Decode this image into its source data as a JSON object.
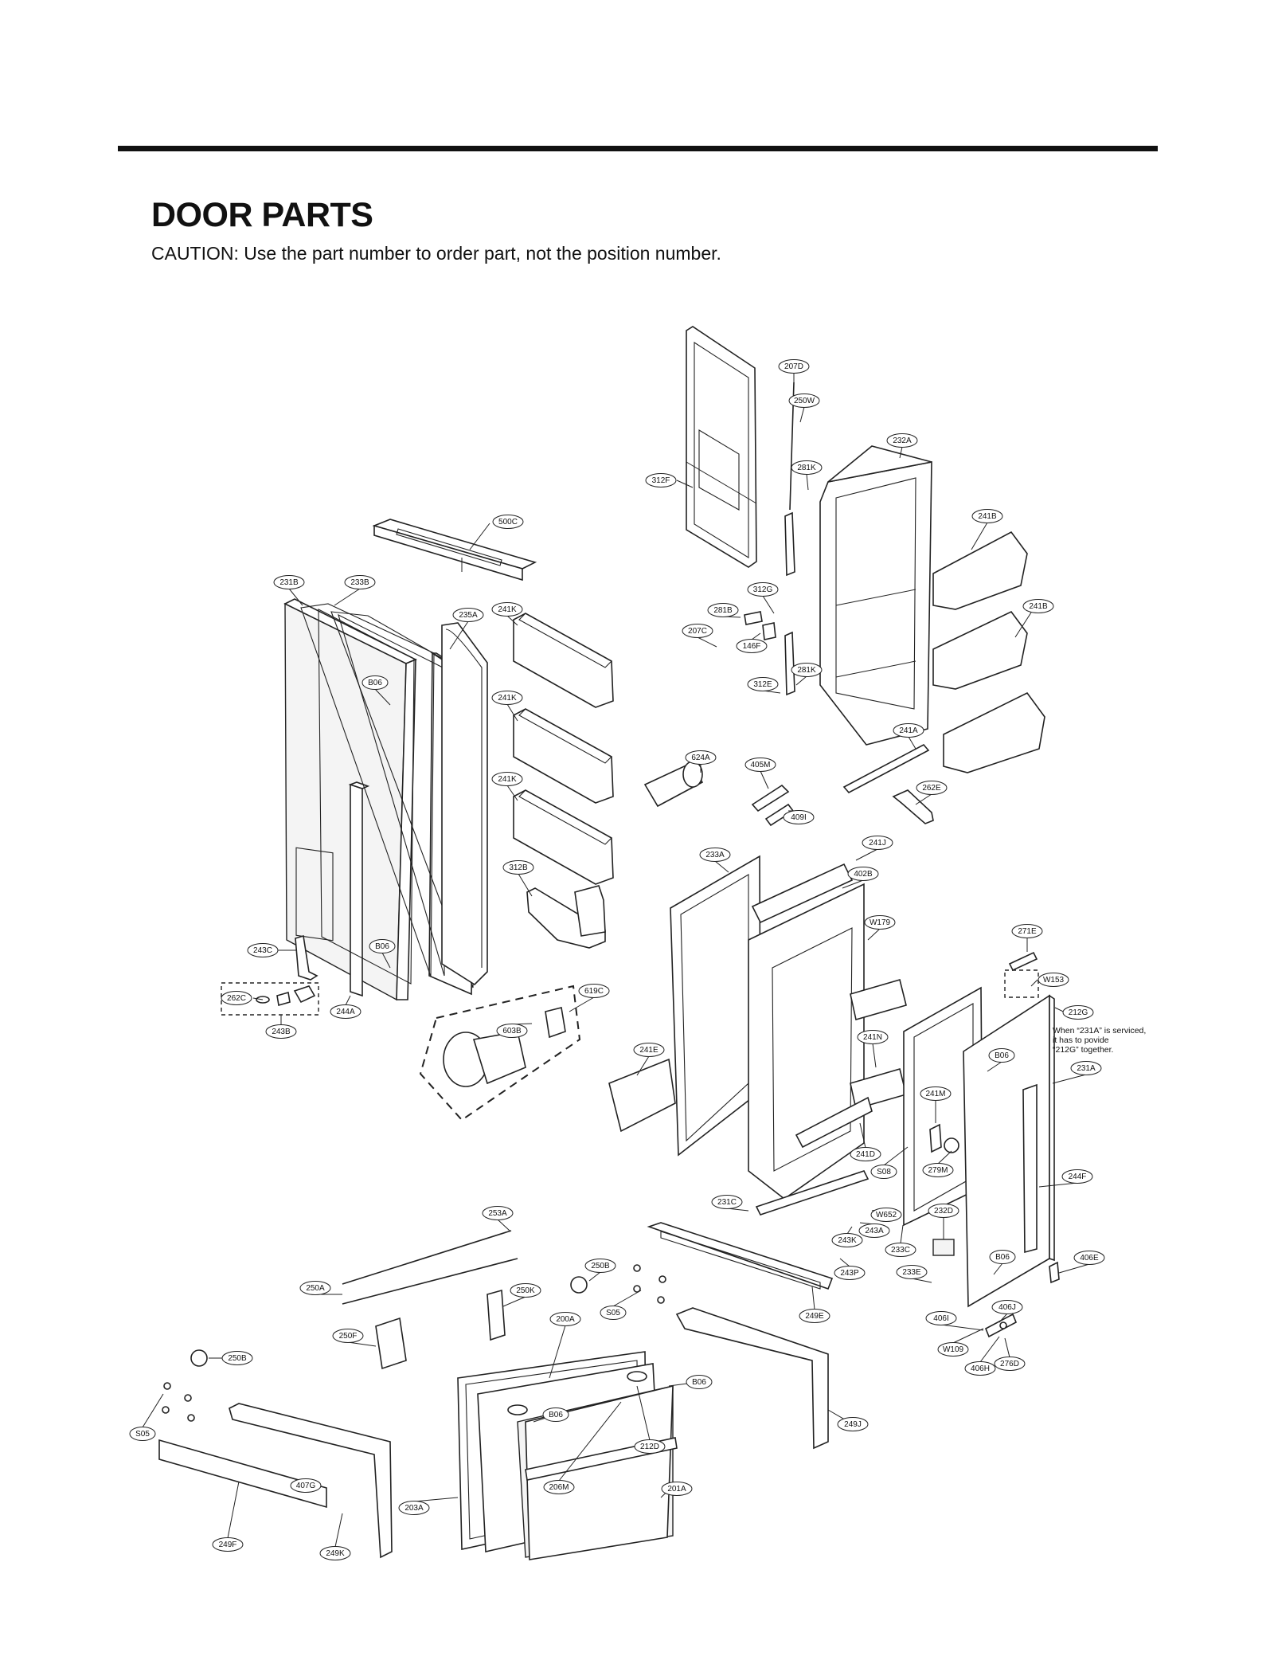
{
  "header": {
    "title": "DOOR PARTS",
    "caution": "CAUTION: Use the part number to order part, not the position number."
  },
  "note": {
    "lines": [
      "When “231A” is serviced,",
      "it has to povide",
      "“212G” together."
    ]
  },
  "callouts": [
    "207D",
    "250W",
    "232A",
    "281K",
    "312F",
    "500C",
    "241B",
    "231B",
    "233B",
    "312G",
    "241K",
    "235A",
    "281B",
    "241B",
    "207C",
    "146F",
    "281K",
    "B06",
    "312E",
    "241K",
    "241A",
    "624A",
    "405M",
    "262E",
    "241K",
    "409I",
    "241J",
    "233A",
    "312B",
    "402B",
    "W179",
    "271E",
    "243C",
    "B06",
    "W153",
    "262C",
    "619C",
    "212G",
    "244A",
    "243B",
    "603B",
    "241E",
    "241N",
    "B06",
    "231A",
    "241M",
    "241D",
    "S08",
    "279M",
    "244F",
    "231C",
    "W652",
    "232D",
    "253A",
    "243A",
    "243K",
    "233C",
    "250B",
    "406E",
    "B06",
    "243P",
    "233E",
    "250A",
    "250K",
    "S05",
    "249E",
    "406J",
    "200A",
    "406I",
    "W109",
    "250F",
    "276D",
    "406H",
    "250B",
    "B06",
    "B06",
    "249J",
    "S05",
    "212D",
    "407G",
    "206M",
    "201A",
    "203A",
    "249F",
    "249K"
  ]
}
